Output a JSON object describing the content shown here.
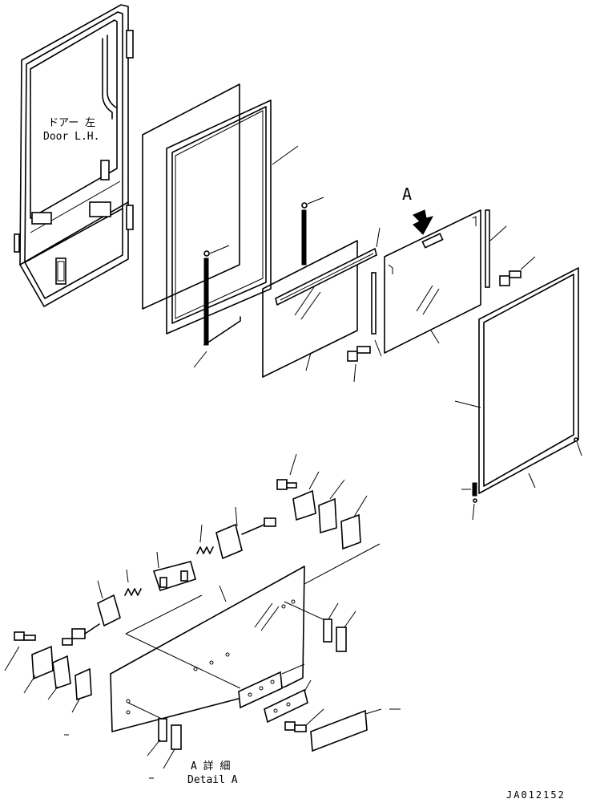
{
  "door_label": {
    "jp": "ドアー 左",
    "en": "Door L.H."
  },
  "view_marker": "A",
  "detail_label": {
    "jp": "A 詳 細",
    "en": "Detail A"
  },
  "drawing_number": "JA012152"
}
